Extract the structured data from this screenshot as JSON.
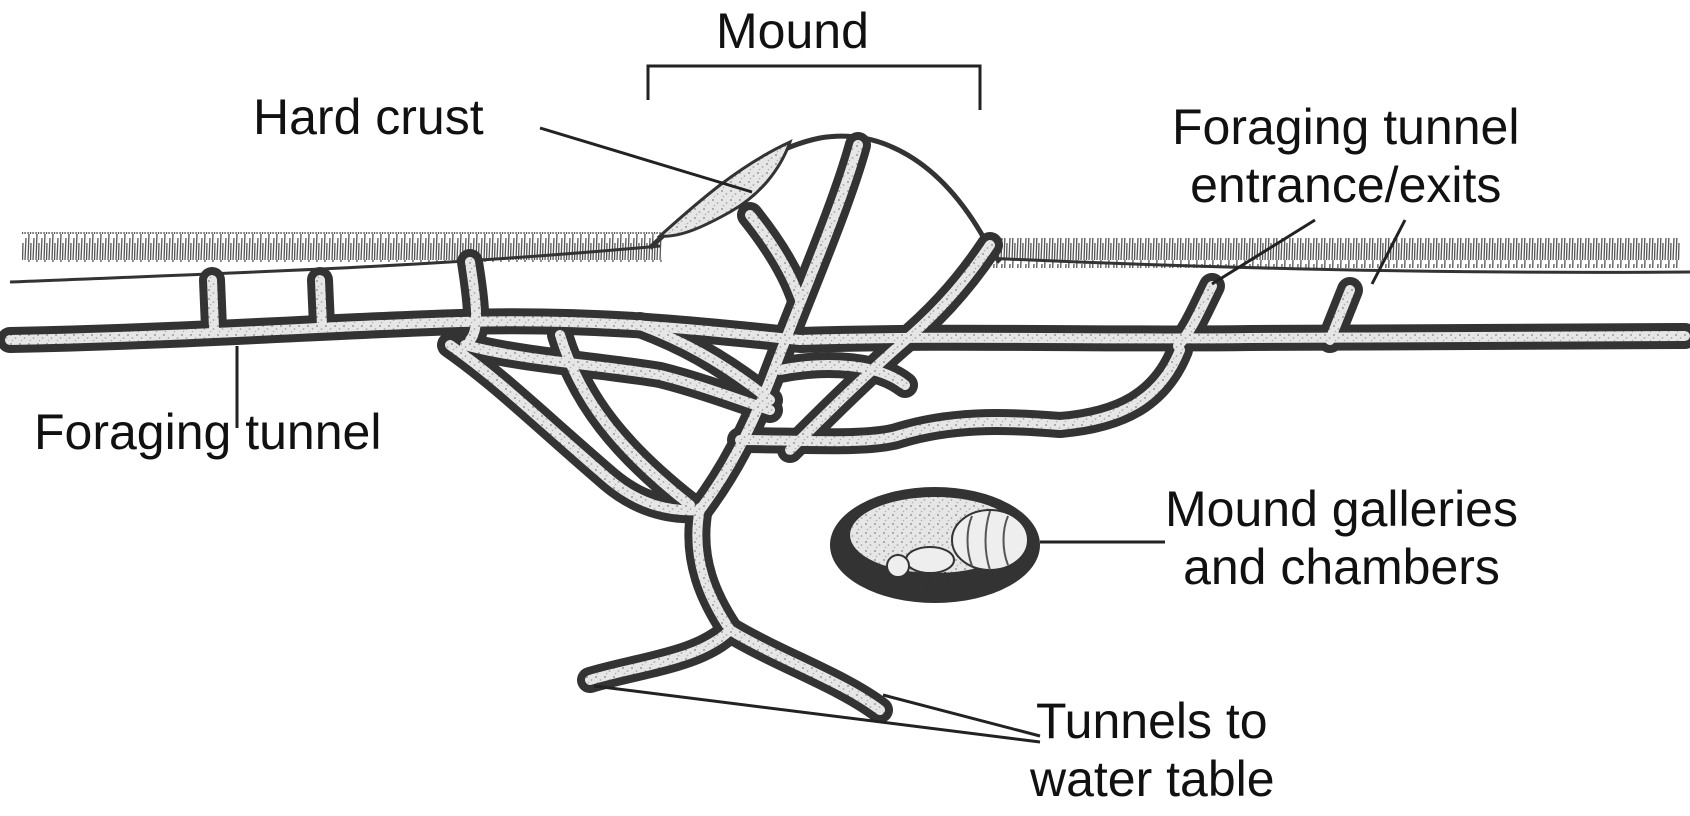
{
  "labels": {
    "mound": "Mound",
    "hard_crust": "Hard crust",
    "foraging_entrance": [
      "Foraging tunnel",
      "entrance/exits"
    ],
    "foraging_tunnel": "Foraging tunnel",
    "galleries": [
      "Mound galleries",
      "and chambers"
    ],
    "water_table": [
      "Tunnels to",
      "water table"
    ]
  },
  "colors": {
    "ink": "#333333",
    "tunnel_speckle": "#bfbfbf",
    "crust_fill": "#cfcfcf",
    "background": "#ffffff"
  }
}
